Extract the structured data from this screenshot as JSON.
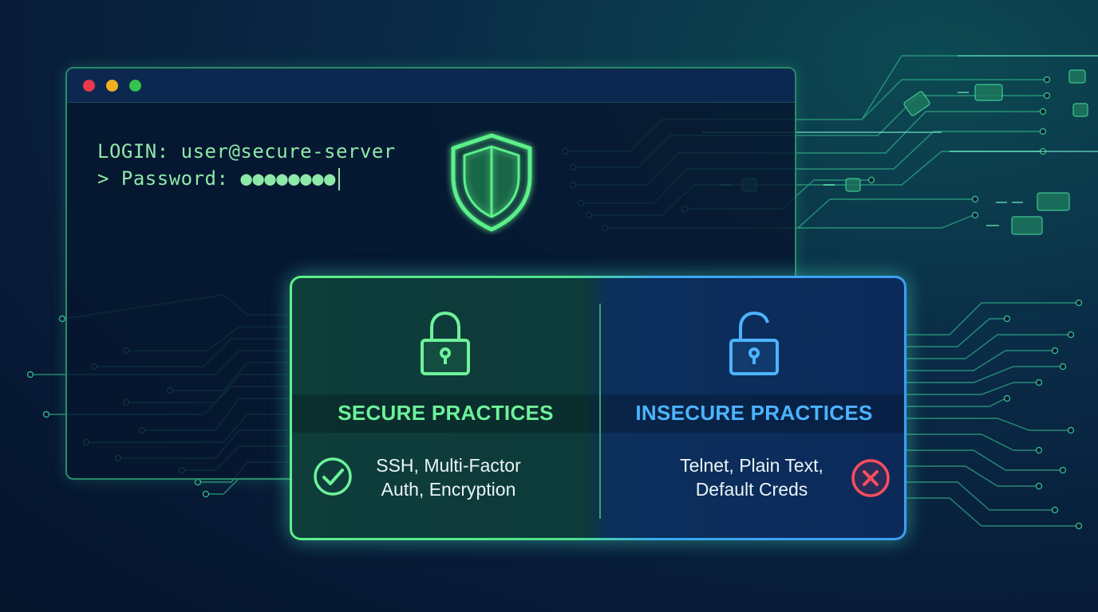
{
  "terminal": {
    "login_line": "LOGIN: user@secure-server",
    "password_line": "> Password: ●●●●●●●●"
  },
  "comparison": {
    "secure": {
      "heading": "SECURE PRACTICES",
      "line1": "SSH, Multi-Factor",
      "line2": "Auth, Encryption"
    },
    "insecure": {
      "heading": "INSECURE PRACTICES",
      "line1": "Telnet, Plain Text,",
      "line2": "Default Creds"
    }
  },
  "colors": {
    "secure_accent": "#6ef29a",
    "insecure_accent": "#4cb4ff",
    "danger": "#ff4d5e",
    "terminal_text": "#8ee8a8"
  },
  "icons": [
    "shield-icon",
    "padlock-closed-icon",
    "padlock-open-icon",
    "checkmark-circle-icon",
    "x-circle-icon"
  ]
}
